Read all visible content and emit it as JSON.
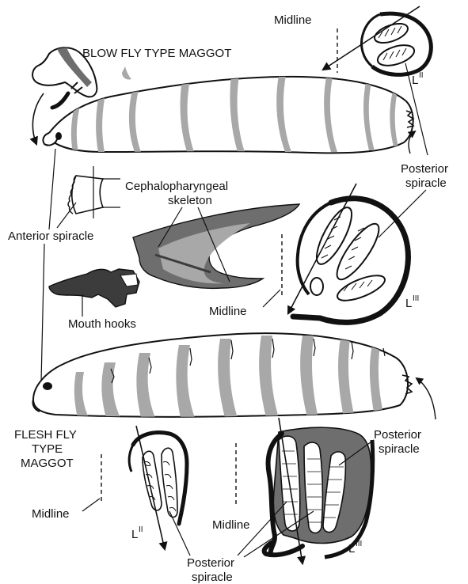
{
  "labels": {
    "blow_fly_title": "BLOW FLY TYPE MAGGOT",
    "flesh_fly_title": [
      "FLESH FLY",
      "TYPE",
      "MAGGOT"
    ],
    "midline": "Midline",
    "posterior_spiracle": [
      "Posterior",
      "spiracle"
    ],
    "anterior_spiracle": "Anterior spiracle",
    "cephalopharyngeal_skeleton": [
      "Cephalopharyngeal",
      "skeleton"
    ],
    "mouth_hooks": "Mouth hooks",
    "instar_L2": {
      "base": "L",
      "sup": "II"
    },
    "instar_L3": {
      "base": "L",
      "sup": "III"
    }
  },
  "colors": {
    "ink": "#111111",
    "band_gray": "#a8a8a8",
    "mid_gray": "#6e6e6e",
    "dark_gray": "#3c3c3c"
  }
}
